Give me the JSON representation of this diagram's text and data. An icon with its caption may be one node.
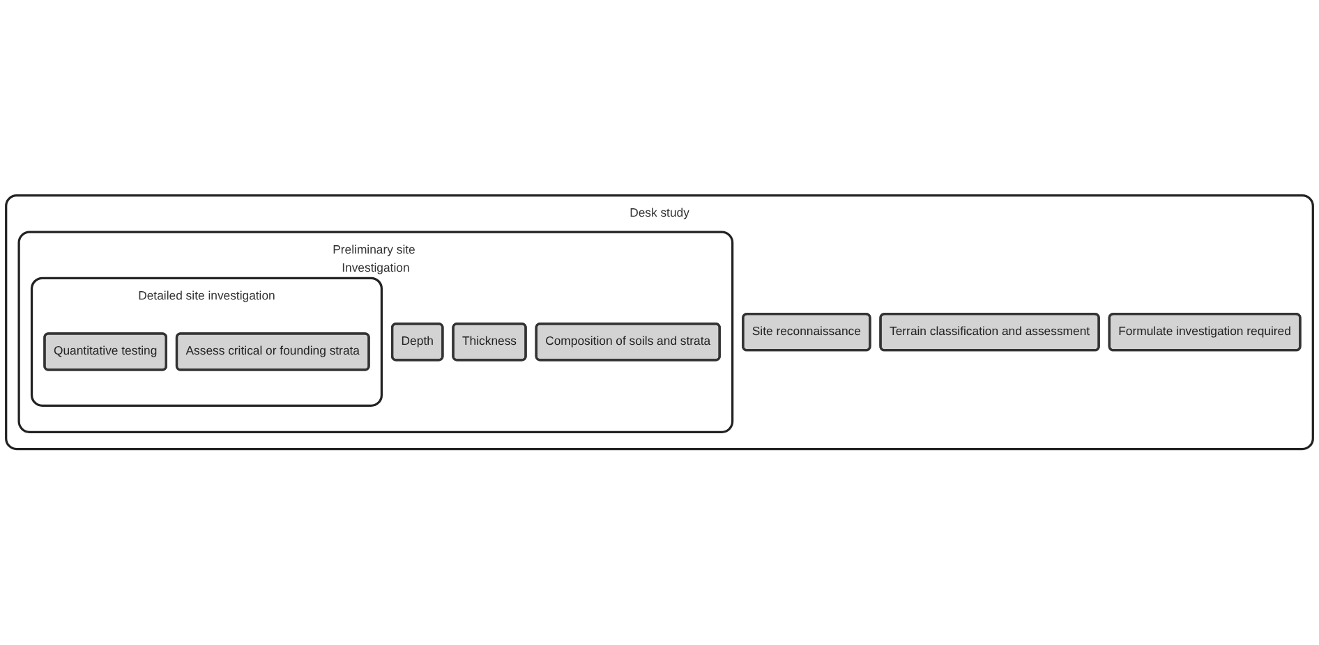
{
  "diagram": {
    "nodes": [
      {
        "text": [
          "Desk study"
        ]
      },
      {
        "text": [
          "Site reconnaissance"
        ],
        "in": 0
      },
      {
        "text": [
          "Terrain classification and assessment"
        ],
        "in": 0
      },
      {
        "text": [
          "Formulate investigation required"
        ],
        "in": 0
      },
      {
        "text": [
          "Preliminary site Investigation"
        ],
        "in": 0
      },
      {
        "text": [
          "Depth"
        ],
        "in": 4
      },
      {
        "text": [
          "Thickness"
        ],
        "in": 4
      },
      {
        "text": [
          "Composition of soils and strata"
        ],
        "in": 4
      },
      {
        "text": [
          "Detailed site investigation"
        ],
        "in": 4
      },
      {
        "text": [
          "Quantitative testing"
        ],
        "in": 8
      },
      {
        "text": [
          "Assess critical or founding strata"
        ],
        "in": 8
      }
    ],
    "edges": []
  }
}
